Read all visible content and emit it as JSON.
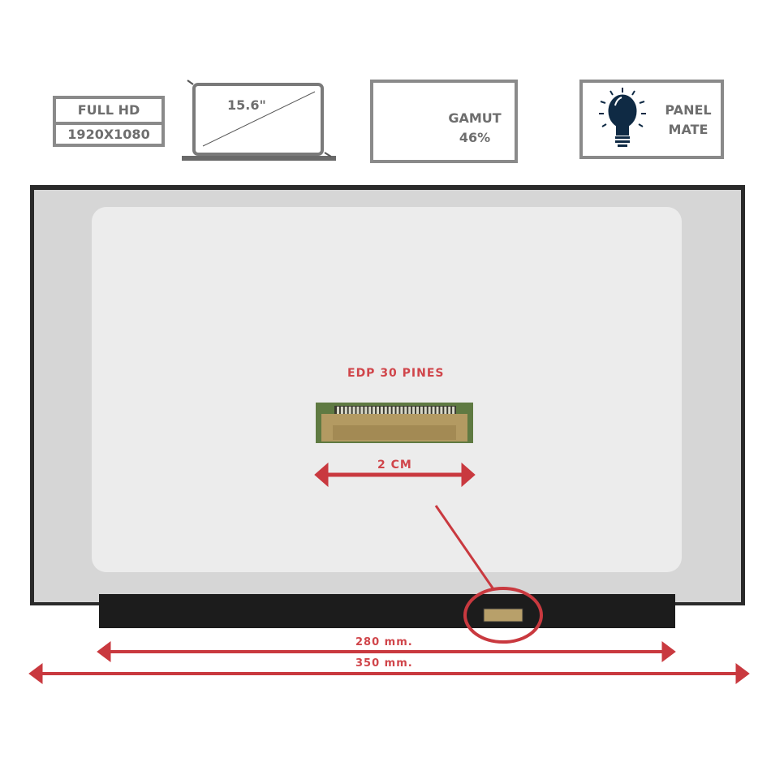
{
  "badges": {
    "resolution": {
      "line1": "FULL HD",
      "line2": "1920X1080"
    },
    "size": {
      "label": "15.6\""
    },
    "gamut": {
      "label": "GAMUT",
      "value": "46%"
    },
    "panel": {
      "line1": "PANEL",
      "line2": "MATE"
    }
  },
  "connector": {
    "title": "EDP 30 PINES",
    "width_label": "2 CM"
  },
  "dimensions": {
    "active_width": "280 mm.",
    "total_width": "350 mm."
  },
  "colors": {
    "accent_red": "#c9393f",
    "badge_gray": "#8a8a8a",
    "bulb": "#0f2a44"
  }
}
